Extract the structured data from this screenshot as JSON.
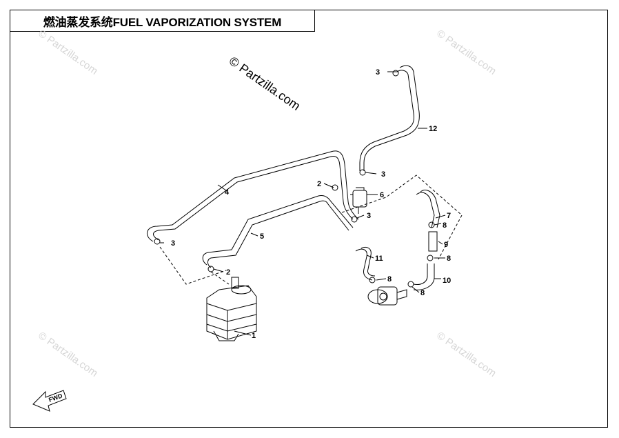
{
  "title": "燃油蒸发系统FUEL VAPORIZATION SYSTEM",
  "watermark_main": "© Partzilla.com",
  "watermarks": [
    "© Partzilla.com",
    "© Partzilla.com",
    "© Partzilla.com",
    "© Partzilla.com"
  ],
  "fwd_label": "FWD",
  "callouts": [
    {
      "id": "c1",
      "text": "1"
    },
    {
      "id": "c2a",
      "text": "2"
    },
    {
      "id": "c2b",
      "text": "2"
    },
    {
      "id": "c3a",
      "text": "3"
    },
    {
      "id": "c3b",
      "text": "3"
    },
    {
      "id": "c3c",
      "text": "3"
    },
    {
      "id": "c3d",
      "text": "3"
    },
    {
      "id": "c4",
      "text": "4"
    },
    {
      "id": "c5",
      "text": "5"
    },
    {
      "id": "c6",
      "text": "6"
    },
    {
      "id": "c7",
      "text": "7"
    },
    {
      "id": "c8a",
      "text": "8"
    },
    {
      "id": "c8b",
      "text": "8"
    },
    {
      "id": "c8c",
      "text": "8"
    },
    {
      "id": "c8d",
      "text": "8"
    },
    {
      "id": "c9",
      "text": "9"
    },
    {
      "id": "c10",
      "text": "10"
    },
    {
      "id": "c11",
      "text": "11"
    },
    {
      "id": "c12",
      "text": "12"
    }
  ]
}
